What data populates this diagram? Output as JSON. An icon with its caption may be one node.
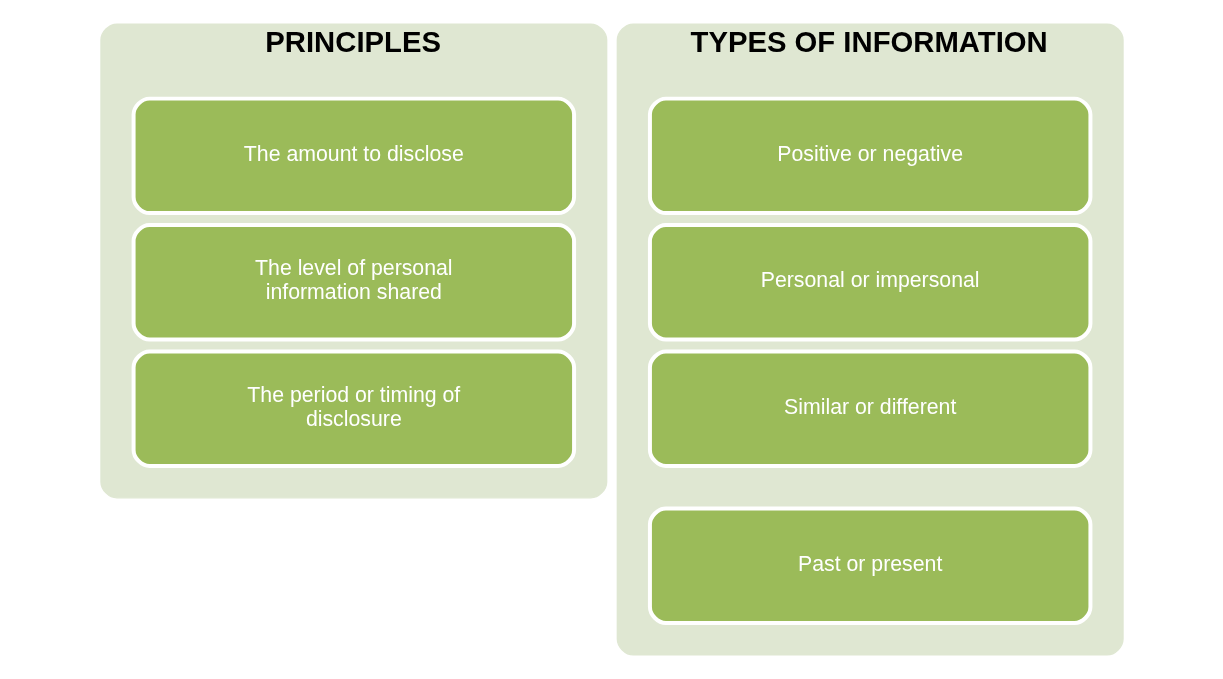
{
  "diagram": {
    "nodes": [
      {
        "text": [
          "PRINCIPLES"
        ]
      },
      {
        "text": [
          "The amount to disclose"
        ],
        "in": 0
      },
      {
        "text": [
          "The level of personal information shared"
        ],
        "in": 0
      },
      {
        "text": [
          "The period or timing of disclosure"
        ],
        "in": 0
      },
      {
        "text": [
          "TYPES OF INFORMATION"
        ]
      },
      {
        "text": [
          "Positive or negative"
        ],
        "in": 4
      },
      {
        "text": [
          "Personal or impersonal"
        ],
        "in": 4
      },
      {
        "text": [
          "Similar or different"
        ],
        "in": 4
      },
      {
        "text": [
          "Past or present"
        ],
        "in": 4
      }
    ]
  }
}
